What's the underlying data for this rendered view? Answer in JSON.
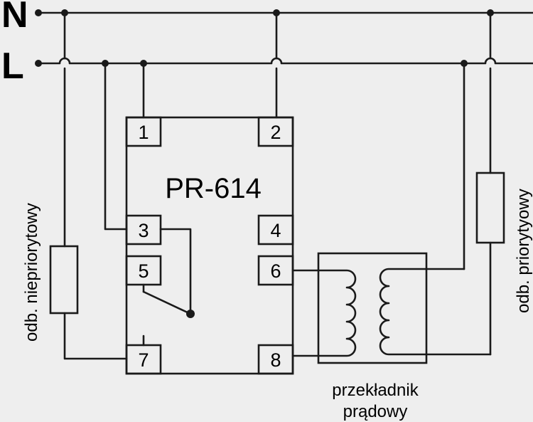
{
  "buses": {
    "neutral": "N",
    "line": "L"
  },
  "device": {
    "model": "PR-614",
    "terminals": {
      "t1": "1",
      "t2": "2",
      "t3": "3",
      "t4": "4",
      "t5": "5",
      "t6": "6",
      "t7": "7",
      "t8": "8"
    }
  },
  "loads": {
    "non_priority": "odb. niepriorytowy",
    "priority": "odb. priorytyowy"
  },
  "transformer": {
    "line1": "przekładnik",
    "line2": "prądowy"
  },
  "colors": {
    "background": "#eeeeee",
    "lines": "#1a1a1a"
  }
}
